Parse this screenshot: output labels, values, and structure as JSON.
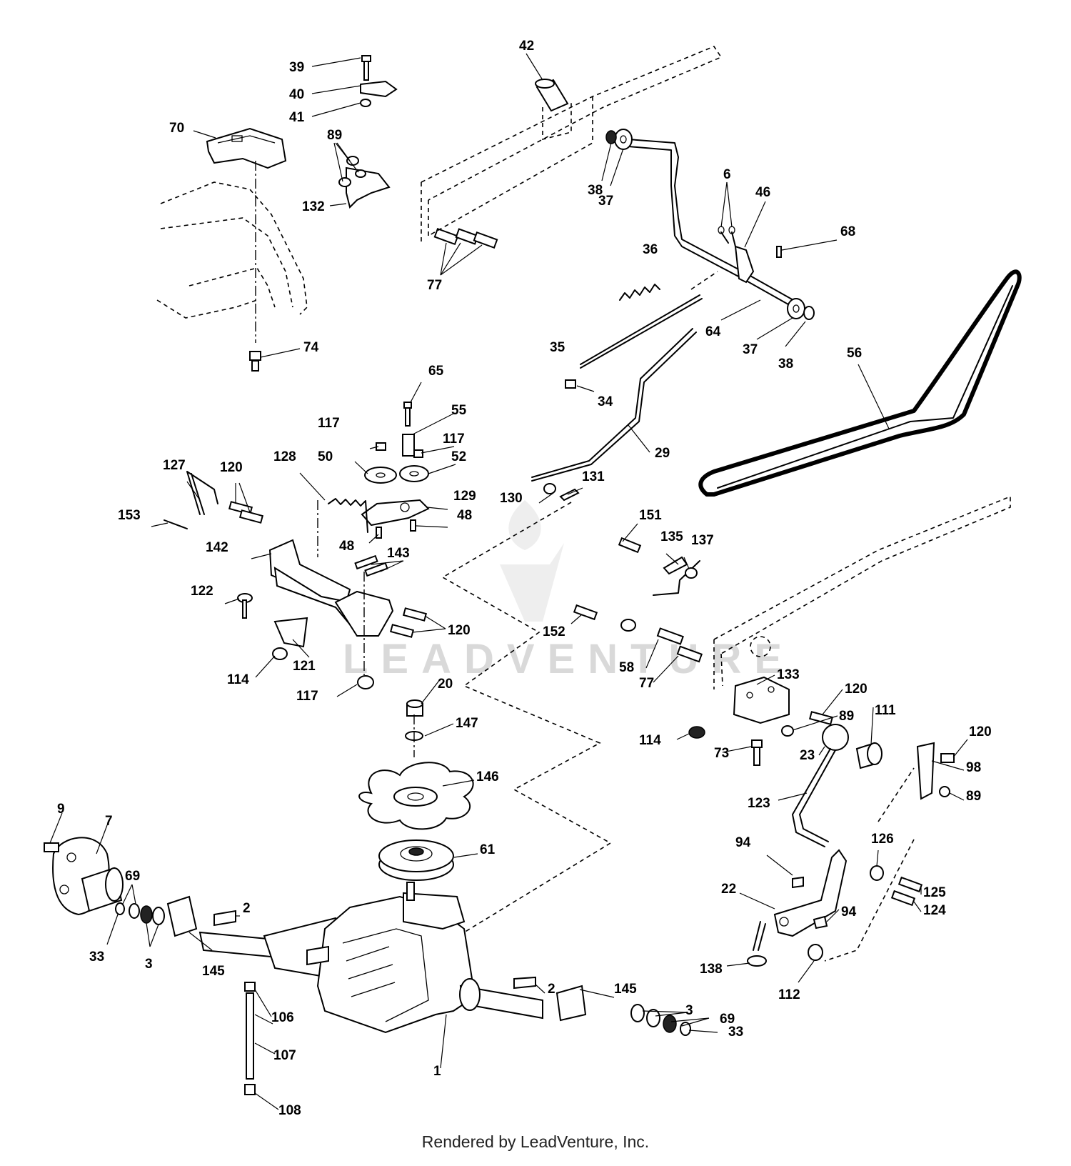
{
  "watermark": "LEADVENTURE",
  "footer": "Rendered by LeadVenture, Inc.",
  "callouts": [
    {
      "id": "c39",
      "text": "39"
    },
    {
      "id": "c40",
      "text": "40"
    },
    {
      "id": "c41",
      "text": "41"
    },
    {
      "id": "c42",
      "text": "42"
    },
    {
      "id": "c70",
      "text": "70"
    },
    {
      "id": "c89a",
      "text": "89"
    },
    {
      "id": "c132",
      "text": "132"
    },
    {
      "id": "c77a",
      "text": "77"
    },
    {
      "id": "c38a",
      "text": "38"
    },
    {
      "id": "c37a",
      "text": "37"
    },
    {
      "id": "c6",
      "text": "6"
    },
    {
      "id": "c46",
      "text": "46"
    },
    {
      "id": "c68",
      "text": "68"
    },
    {
      "id": "c36",
      "text": "36"
    },
    {
      "id": "c64",
      "text": "64"
    },
    {
      "id": "c37b",
      "text": "37"
    },
    {
      "id": "c38b",
      "text": "38"
    },
    {
      "id": "c74",
      "text": "74"
    },
    {
      "id": "c35",
      "text": "35"
    },
    {
      "id": "c56",
      "text": "56"
    },
    {
      "id": "c34",
      "text": "34"
    },
    {
      "id": "c65",
      "text": "65"
    },
    {
      "id": "c55",
      "text": "55"
    },
    {
      "id": "c117a",
      "text": "117"
    },
    {
      "id": "c117b",
      "text": "117"
    },
    {
      "id": "c50",
      "text": "50"
    },
    {
      "id": "c52",
      "text": "52"
    },
    {
      "id": "c29",
      "text": "29"
    },
    {
      "id": "c127",
      "text": "127"
    },
    {
      "id": "c120a",
      "text": "120"
    },
    {
      "id": "c128",
      "text": "128"
    },
    {
      "id": "c129",
      "text": "129"
    },
    {
      "id": "c131",
      "text": "131"
    },
    {
      "id": "c153",
      "text": "153"
    },
    {
      "id": "c48a",
      "text": "48"
    },
    {
      "id": "c130",
      "text": "130"
    },
    {
      "id": "c151",
      "text": "151"
    },
    {
      "id": "c142",
      "text": "142"
    },
    {
      "id": "c48b",
      "text": "48"
    },
    {
      "id": "c135",
      "text": "135"
    },
    {
      "id": "c137",
      "text": "137"
    },
    {
      "id": "c143",
      "text": "143"
    },
    {
      "id": "c122",
      "text": "122"
    },
    {
      "id": "c152",
      "text": "152"
    },
    {
      "id": "c120b",
      "text": "120"
    },
    {
      "id": "c114a",
      "text": "114"
    },
    {
      "id": "c121",
      "text": "121"
    },
    {
      "id": "c58",
      "text": "58"
    },
    {
      "id": "c77b",
      "text": "77"
    },
    {
      "id": "c133",
      "text": "133"
    },
    {
      "id": "c117c",
      "text": "117"
    },
    {
      "id": "c20",
      "text": "20"
    },
    {
      "id": "c120c",
      "text": "120"
    },
    {
      "id": "c147",
      "text": "147"
    },
    {
      "id": "c89b",
      "text": "89"
    },
    {
      "id": "c111",
      "text": "111"
    },
    {
      "id": "c114b",
      "text": "114"
    },
    {
      "id": "c73",
      "text": "73"
    },
    {
      "id": "c23",
      "text": "23"
    },
    {
      "id": "c120d",
      "text": "120"
    },
    {
      "id": "c98",
      "text": "98"
    },
    {
      "id": "c146",
      "text": "146"
    },
    {
      "id": "c89c",
      "text": "89"
    },
    {
      "id": "c123",
      "text": "123"
    },
    {
      "id": "c9",
      "text": "9"
    },
    {
      "id": "c7",
      "text": "7"
    },
    {
      "id": "c94a",
      "text": "94"
    },
    {
      "id": "c126",
      "text": "126"
    },
    {
      "id": "c61",
      "text": "61"
    },
    {
      "id": "c69a",
      "text": "69"
    },
    {
      "id": "c22",
      "text": "22"
    },
    {
      "id": "c125",
      "text": "125"
    },
    {
      "id": "c2a",
      "text": "2"
    },
    {
      "id": "c124",
      "text": "124"
    },
    {
      "id": "c94b",
      "text": "94"
    },
    {
      "id": "c33a",
      "text": "33"
    },
    {
      "id": "c3a",
      "text": "3"
    },
    {
      "id": "c145a",
      "text": "145"
    },
    {
      "id": "c138",
      "text": "138"
    },
    {
      "id": "c112",
      "text": "112"
    },
    {
      "id": "c2b",
      "text": "2"
    },
    {
      "id": "c145b",
      "text": "145"
    },
    {
      "id": "c106",
      "text": "106"
    },
    {
      "id": "c3b",
      "text": "3"
    },
    {
      "id": "c69b",
      "text": "69"
    },
    {
      "id": "c33b",
      "text": "33"
    },
    {
      "id": "c107",
      "text": "107"
    },
    {
      "id": "c1",
      "text": "1"
    },
    {
      "id": "c108",
      "text": "108"
    }
  ]
}
